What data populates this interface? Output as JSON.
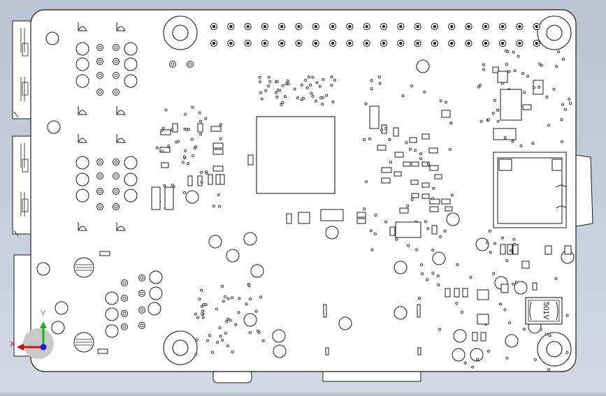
{
  "scene": {
    "title": "",
    "component_marking": "501V",
    "triad": {
      "x_label": "X",
      "y_label": "Y"
    }
  },
  "colors": {
    "background_top": "#b9c3d2",
    "background_bottom": "#d2d9e4",
    "board_fill": "#ffffff",
    "line": "#1a1a1a",
    "axis_x": "#d01010",
    "axis_y": "#18b818",
    "axis_z": "#1a1ad8"
  },
  "icons": {
    "triad": "coordinate-axes-icon"
  }
}
